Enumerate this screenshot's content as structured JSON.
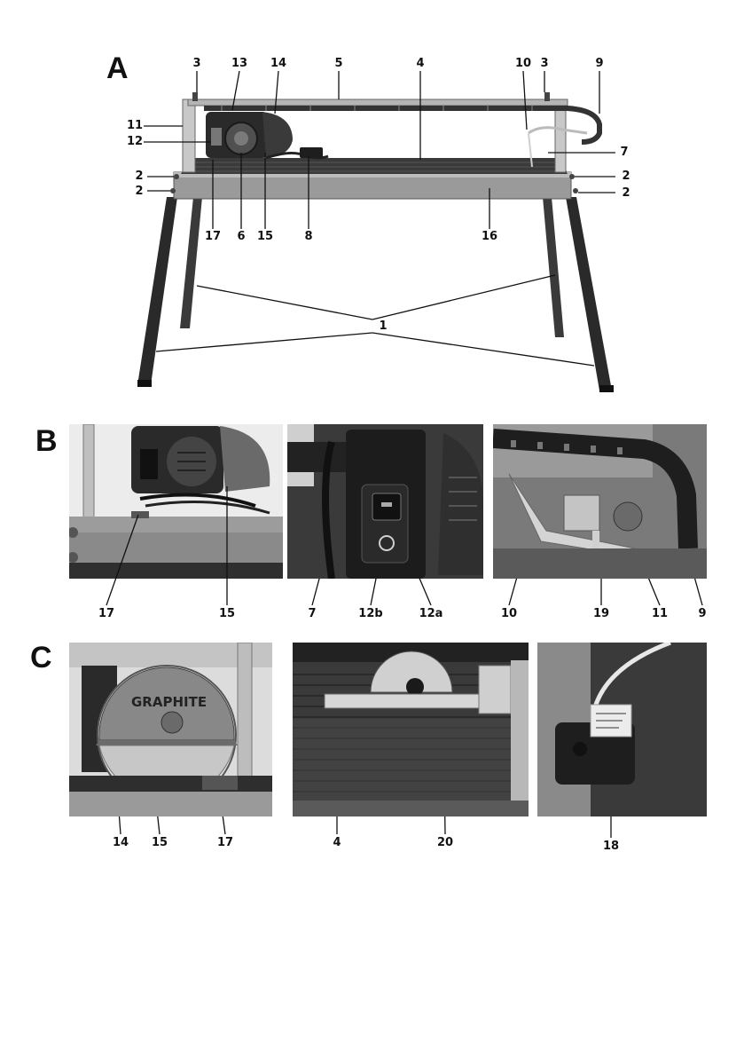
{
  "sections": {
    "a": "A",
    "b": "B",
    "c": "C"
  },
  "figure_a_labels": {
    "l3_left": "3",
    "l13": "13",
    "l14": "14",
    "l5": "5",
    "l4": "4",
    "l10": "10",
    "l3_right": "3",
    "l9": "9",
    "l11": "11",
    "l12": "12",
    "l7": "7",
    "l2_ul": "2",
    "l2_ll": "2",
    "l2_ur": "2",
    "l2_lr": "2",
    "l17": "17",
    "l6": "6",
    "l15": "15",
    "l8": "8",
    "l16": "16",
    "l1": "1"
  },
  "figure_b_labels": {
    "p1_17": "17",
    "p1_15": "15",
    "p2_7": "7",
    "p2_12b": "12b",
    "p2_12a": "12a",
    "p3_10": "10",
    "p3_19": "19",
    "p3_11": "11",
    "p3_9": "9"
  },
  "figure_c_labels": {
    "p1_14": "14",
    "p1_15": "15",
    "p1_17": "17",
    "p2_4": "4",
    "p2_20": "20",
    "p3_18": "18"
  },
  "brand_text": "GRAPHITE",
  "colors": {
    "ink": "#111111",
    "metal": "#8a8a8a",
    "dark": "#2a2a2a",
    "light": "#d8d8d8"
  }
}
